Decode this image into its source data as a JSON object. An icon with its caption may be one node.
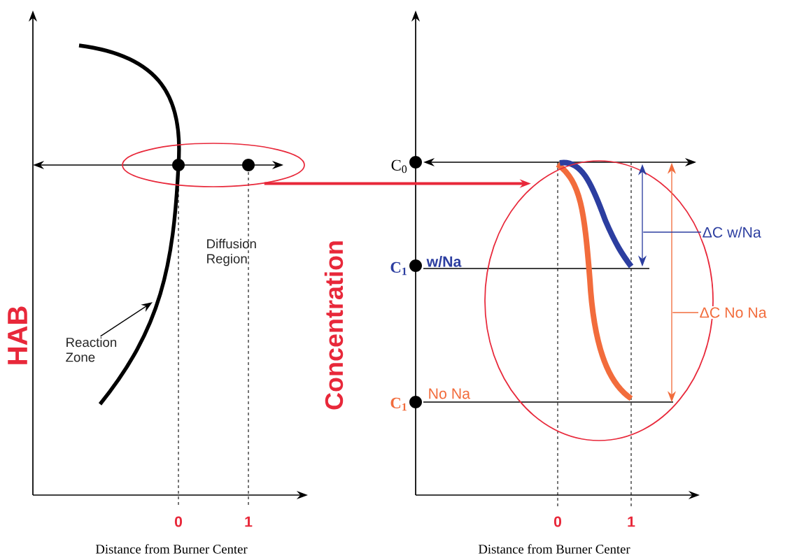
{
  "diagram": {
    "nodes": [
      {
        "text": [],
        "shape": "ellipse"
      },
      {
        "text": [],
        "shape": "ellipse"
      },
      {
        "text": [
          "Reaction Zone"
        ]
      },
      {
        "text": [
          "ΔC w/Na"
        ]
      },
      {
        "text": [
          "ΔC No Na"
        ]
      },
      {
        "text": [],
        "shape": "arrow",
        "in": 1
      },
      {
        "text": [],
        "shape": "arrow",
        "in": 1
      }
    ],
    "edges": [
      {
        "from": 0,
        "to": 1,
        "arrow": "to",
        "style": "thick",
        "color": "#e8283a"
      },
      {
        "from": 2,
        "to": null,
        "arrow": "to",
        "color": "#000000"
      },
      {
        "from": 3,
        "to": 5,
        "arrow": "none",
        "color": "#2c3ea0"
      },
      {
        "from": 4,
        "to": 6,
        "arrow": "none",
        "color": "#f26c3c"
      }
    ],
    "labels": [
      "HAB",
      "Diffusion Region",
      "0",
      "1",
      "Distance from Burner Center",
      "Concentration",
      "C$_{0}$",
      "C$_{1}$",
      "w/Na",
      "C$_{1}$",
      "No Na",
      "0",
      "1",
      "Distance from Burner Center"
    ]
  }
}
